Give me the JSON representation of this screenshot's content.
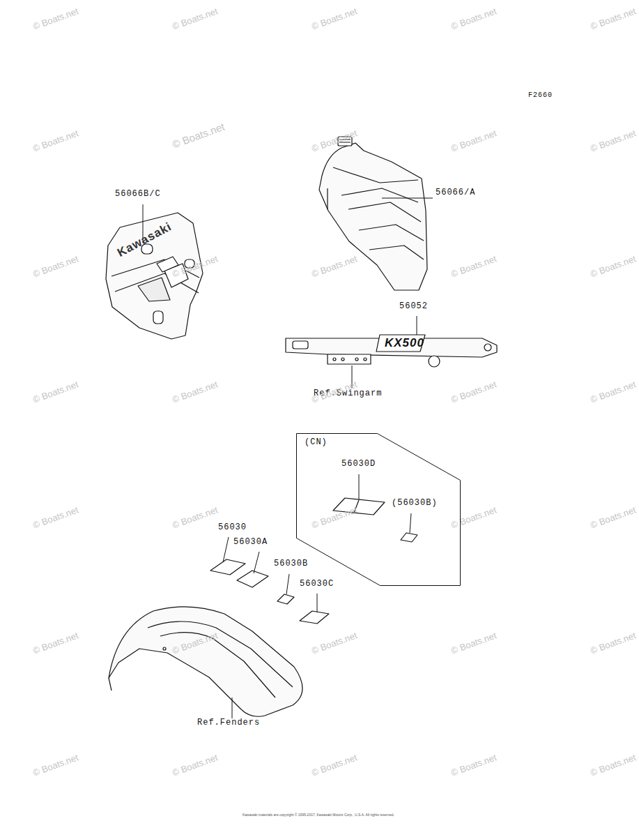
{
  "diagram": {
    "nodes": [
      {
        "text": [
          "(CN)",
          "56030D",
          "(56030B)"
        ]
      }
    ],
    "labels": [
      "F2660",
      "56066B/C",
      "Kawasaki",
      "56066/A",
      "56052",
      "KX500",
      "Ref.Swingarm",
      "56030",
      "56030A",
      "56030B",
      "56030C",
      "Ref.Fenders",
      "Kawasaki materials are copyright © 1995-2017, Kawasaki Motors Corp., U.S.A. All rights reserved.",
      "© Boats.net",
      "© Boats.net",
      "© Boats.net",
      "© Boats.net",
      "© Boats.net",
      "© Boats.net",
      "© Boats.net",
      "© Boats.net",
      "© Boats.net",
      "© Boats.net",
      "© Boats.net",
      "© Boats.net",
      "© Boats.net",
      "© Boats.net",
      "© Boats.net",
      "© Boats.net",
      "© Boats.net",
      "© Boats.net",
      "© Boats.net",
      "© Boats.net",
      "© Boats.net",
      "© Boats.net",
      "© Boats.net",
      "© Boats.net",
      "© Boats.net",
      "© Boats.net",
      "© Boats.net",
      "© Boats.net",
      "© Boats.net",
      "© Boats.net",
      "© Boats.net",
      "© Boats.net",
      "© Boats.net",
      "© Boats.net",
      "© Boats.net"
    ]
  }
}
